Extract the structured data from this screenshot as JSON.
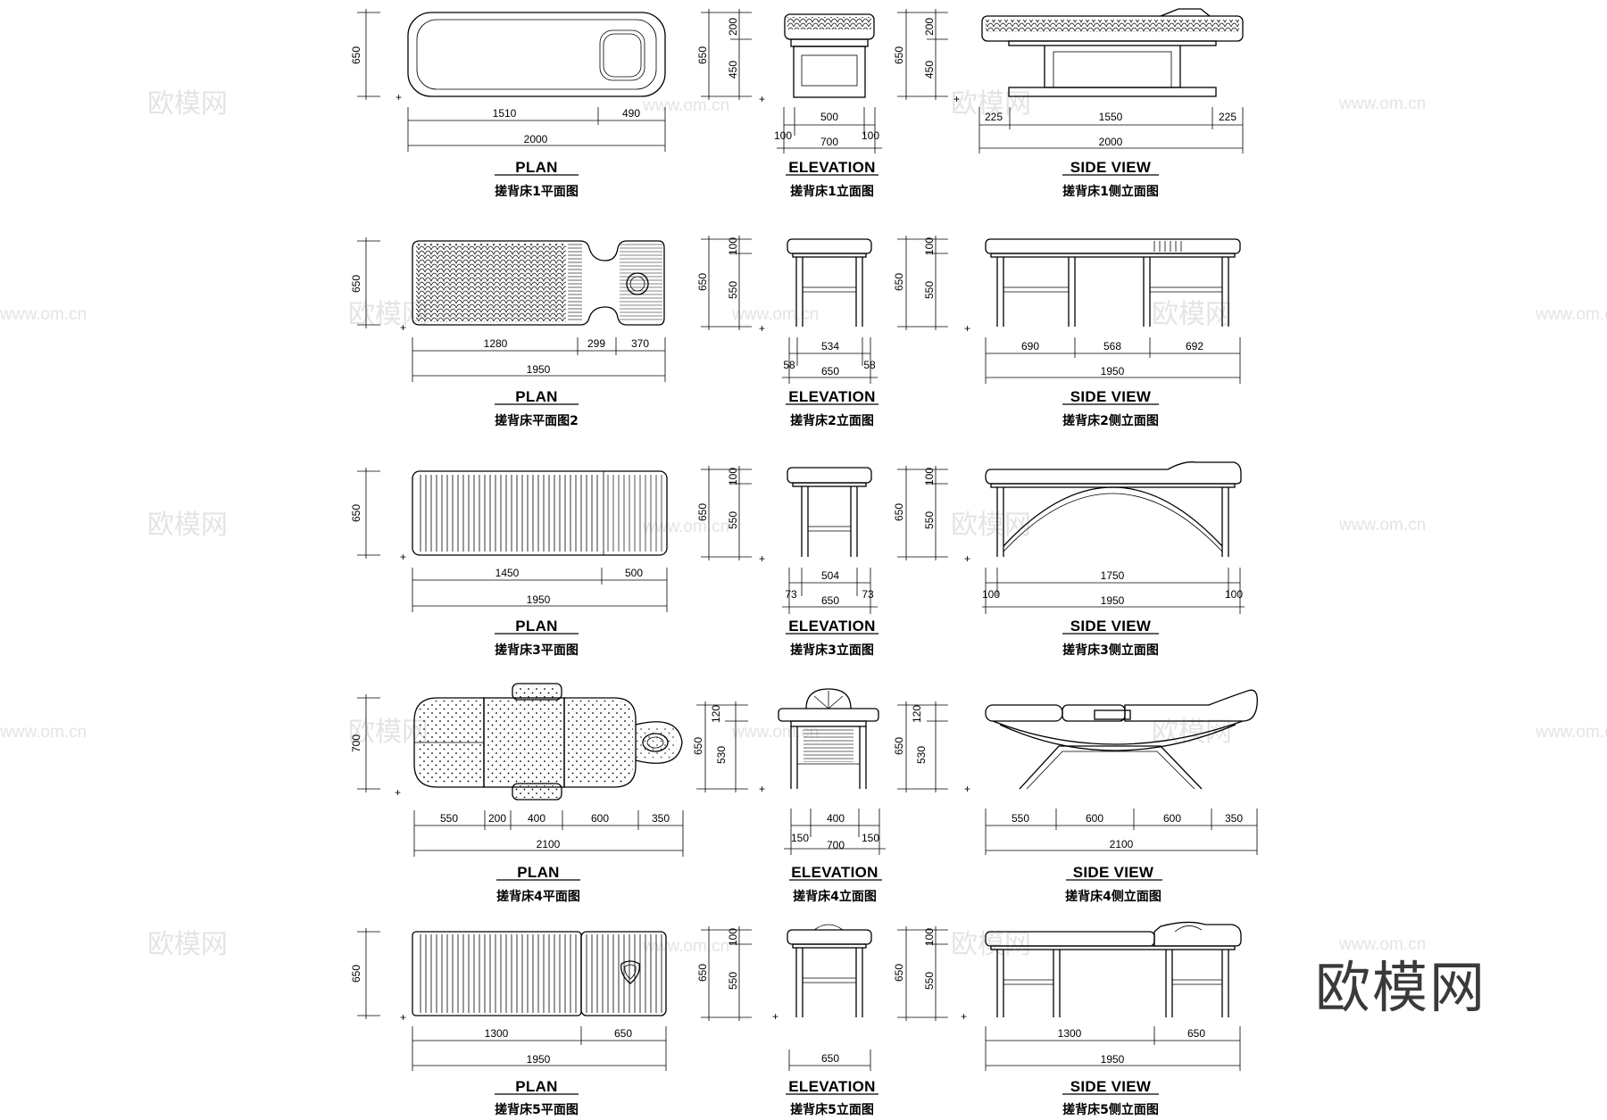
{
  "watermark": {
    "text": "欧模网",
    "url": "www.om.cn"
  },
  "brand": "欧模网",
  "rows": [
    {
      "plan": {
        "title": "PLAN",
        "subtitle": "搓背床1平面图",
        "width": "650",
        "parts": [
          "1510",
          "490"
        ],
        "total": "2000"
      },
      "elevation": {
        "title": "ELEVATION",
        "subtitle": "搓背床1立面图",
        "heights": [
          "200",
          "450"
        ],
        "total_h": "650",
        "inner": "500",
        "total": "700",
        "side": [
          "100",
          "100"
        ]
      },
      "side": {
        "title": "SIDE VIEW",
        "subtitle": "搓背床1侧立面图",
        "heights": [
          "200",
          "450"
        ],
        "total_h": "650",
        "parts": [
          "225",
          "1550",
          "225"
        ],
        "total": "2000"
      }
    },
    {
      "plan": {
        "title": "PLAN",
        "subtitle": "搓背床平面图2",
        "width": "650",
        "parts": [
          "1280",
          "299",
          "370"
        ],
        "total": "1950"
      },
      "elevation": {
        "title": "ELEVATION",
        "subtitle": "搓背床2立面图",
        "heights": [
          "100",
          "550"
        ],
        "total_h": "650",
        "inner": "534",
        "total": "650",
        "side": [
          "58",
          "58"
        ]
      },
      "side": {
        "title": "SIDE VIEW",
        "subtitle": "搓背床2侧立面图",
        "heights": [
          "100",
          "550"
        ],
        "total_h": "650",
        "parts": [
          "690",
          "568",
          "692"
        ],
        "total": "1950"
      }
    },
    {
      "plan": {
        "title": "PLAN",
        "subtitle": "搓背床3平面图",
        "width": "650",
        "parts": [
          "1450",
          "500"
        ],
        "total": "1950"
      },
      "elevation": {
        "title": "ELEVATION",
        "subtitle": "搓背床3立面图",
        "heights": [
          "100",
          "550"
        ],
        "total_h": "650",
        "inner": "504",
        "total": "650",
        "side": [
          "73",
          "73"
        ]
      },
      "side": {
        "title": "SIDE VIEW",
        "subtitle": "搓背床3侧立面图",
        "heights": [
          "100",
          "550"
        ],
        "total_h": "650",
        "parts": [
          "1750"
        ],
        "total": "1950",
        "side": [
          "100",
          "100"
        ]
      }
    },
    {
      "plan": {
        "title": "PLAN",
        "subtitle": "搓背床4平面图",
        "width": "700",
        "parts": [
          "550",
          "200",
          "400",
          "600",
          "350"
        ],
        "total": "2100"
      },
      "elevation": {
        "title": "ELEVATION",
        "subtitle": "搓背床4立面图",
        "heights": [
          "120",
          "530"
        ],
        "total_h": "650",
        "inner": "400",
        "total": "700",
        "side": [
          "150",
          "150"
        ]
      },
      "side": {
        "title": "SIDE VIEW",
        "subtitle": "搓背床4侧立面图",
        "heights": [
          "120",
          "530"
        ],
        "total_h": "650",
        "parts": [
          "550",
          "600",
          "600",
          "350"
        ],
        "total": "2100"
      }
    },
    {
      "plan": {
        "title": "PLAN",
        "subtitle": "搓背床5平面图",
        "width": "650",
        "parts": [
          "1300",
          "650"
        ],
        "total": "1950"
      },
      "elevation": {
        "title": "ELEVATION",
        "subtitle": "搓背床5立面图",
        "heights": [
          "100",
          "550"
        ],
        "total_h": "650",
        "inner": "650"
      },
      "side": {
        "title": "SIDE VIEW",
        "subtitle": "搓背床5侧立面图",
        "heights": [
          "100",
          "550"
        ],
        "total_h": "650",
        "parts": [
          "1300",
          "650"
        ],
        "total": "1950"
      }
    }
  ]
}
